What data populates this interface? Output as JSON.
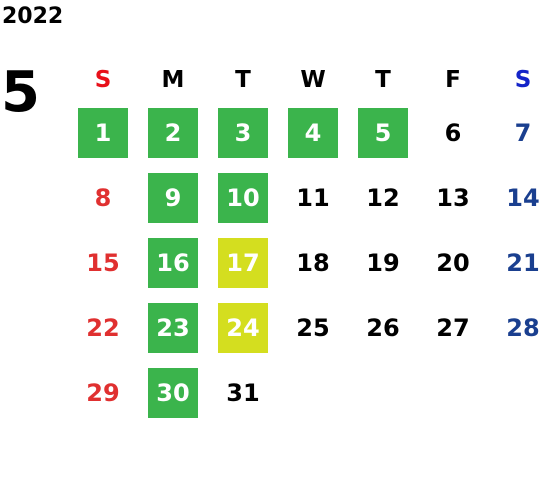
{
  "calendar": {
    "year": "2022",
    "month": "5",
    "weekdays": [
      "S",
      "M",
      "T",
      "W",
      "T",
      "F",
      "S"
    ],
    "weeks": [
      [
        {
          "d": "1",
          "hl": "green"
        },
        {
          "d": "2",
          "hl": "green"
        },
        {
          "d": "3",
          "hl": "green"
        },
        {
          "d": "4",
          "hl": "green"
        },
        {
          "d": "5",
          "hl": "green"
        },
        {
          "d": "6",
          "hl": ""
        },
        {
          "d": "7",
          "hl": ""
        }
      ],
      [
        {
          "d": "8",
          "hl": ""
        },
        {
          "d": "9",
          "hl": "green"
        },
        {
          "d": "10",
          "hl": "green"
        },
        {
          "d": "11",
          "hl": ""
        },
        {
          "d": "12",
          "hl": ""
        },
        {
          "d": "13",
          "hl": ""
        },
        {
          "d": "14",
          "hl": ""
        }
      ],
      [
        {
          "d": "15",
          "hl": ""
        },
        {
          "d": "16",
          "hl": "green"
        },
        {
          "d": "17",
          "hl": "yellow"
        },
        {
          "d": "18",
          "hl": ""
        },
        {
          "d": "19",
          "hl": ""
        },
        {
          "d": "20",
          "hl": ""
        },
        {
          "d": "21",
          "hl": ""
        }
      ],
      [
        {
          "d": "22",
          "hl": ""
        },
        {
          "d": "23",
          "hl": "green"
        },
        {
          "d": "24",
          "hl": "yellow"
        },
        {
          "d": "25",
          "hl": ""
        },
        {
          "d": "26",
          "hl": ""
        },
        {
          "d": "27",
          "hl": ""
        },
        {
          "d": "28",
          "hl": ""
        }
      ],
      [
        {
          "d": "29",
          "hl": ""
        },
        {
          "d": "30",
          "hl": "green"
        },
        {
          "d": "31",
          "hl": ""
        },
        {
          "d": "",
          "hl": ""
        },
        {
          "d": "",
          "hl": ""
        },
        {
          "d": "",
          "hl": ""
        },
        {
          "d": "",
          "hl": ""
        }
      ]
    ]
  },
  "colors": {
    "green_highlight": "#3bb44c",
    "yellow_highlight": "#d4de1f",
    "sunday_text": "#e03030",
    "saturday_text": "#1a3f8f"
  }
}
